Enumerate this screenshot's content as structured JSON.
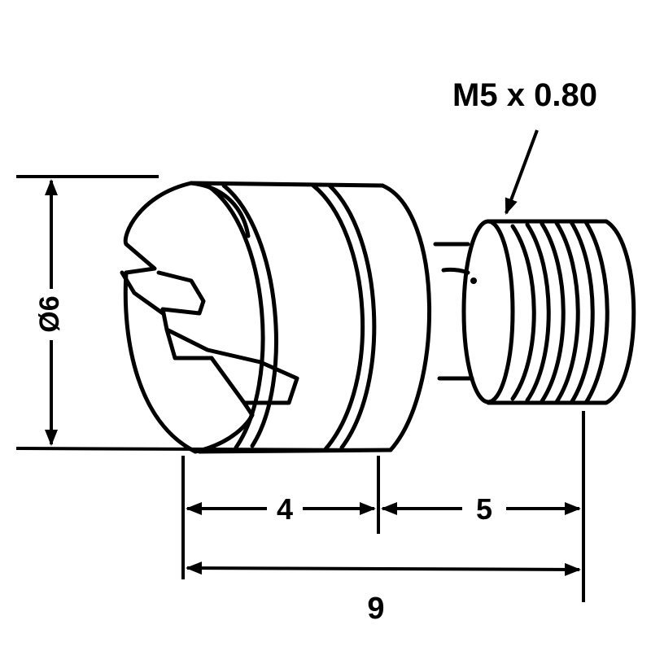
{
  "drawing": {
    "thread_label": "M5 x 0.80",
    "diameter_label": "Ø6",
    "dim_head_length": "4",
    "dim_thread_length": "5",
    "dim_total_length": "9"
  }
}
